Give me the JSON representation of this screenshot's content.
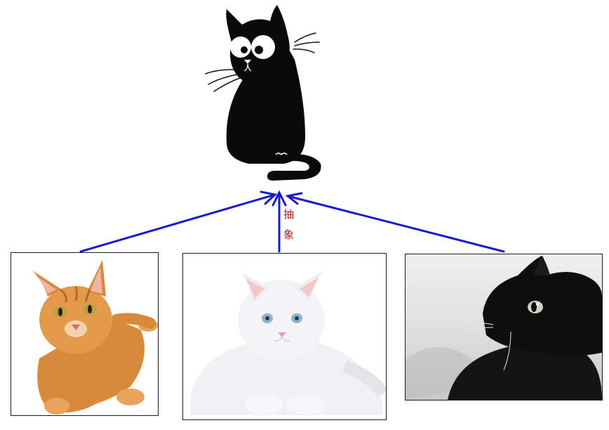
{
  "diagram": {
    "label": "抽象",
    "arrow_color": "#1a1acc",
    "label_color": "#b01e1e",
    "top_node": "cartoon-black-cat",
    "bottom_nodes": [
      "orange-tabby-cat-photo",
      "white-persian-cat-photo",
      "black-cat-photo"
    ]
  }
}
